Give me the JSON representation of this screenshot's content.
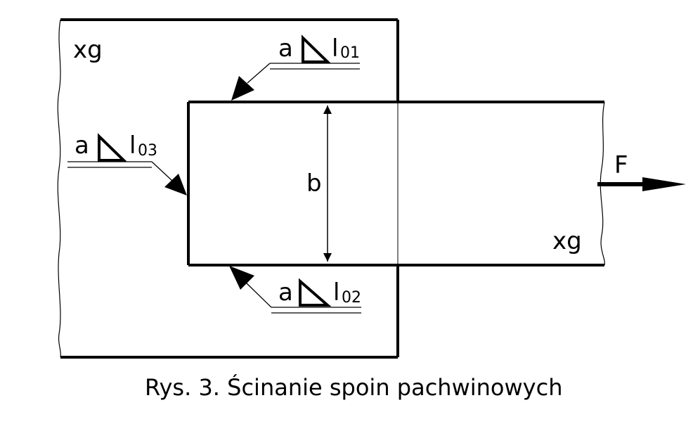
{
  "labels": {
    "plate_left": "xg",
    "plate_right": "xg",
    "width": "b",
    "force": "F"
  },
  "welds": [
    {
      "size": "a",
      "length": "l",
      "index": "01"
    },
    {
      "size": "a",
      "length": "l",
      "index": "02"
    },
    {
      "size": "a",
      "length": "l",
      "index": "03"
    }
  ],
  "caption": "Rys. 3. Ścinanie spoin pachwinowych"
}
